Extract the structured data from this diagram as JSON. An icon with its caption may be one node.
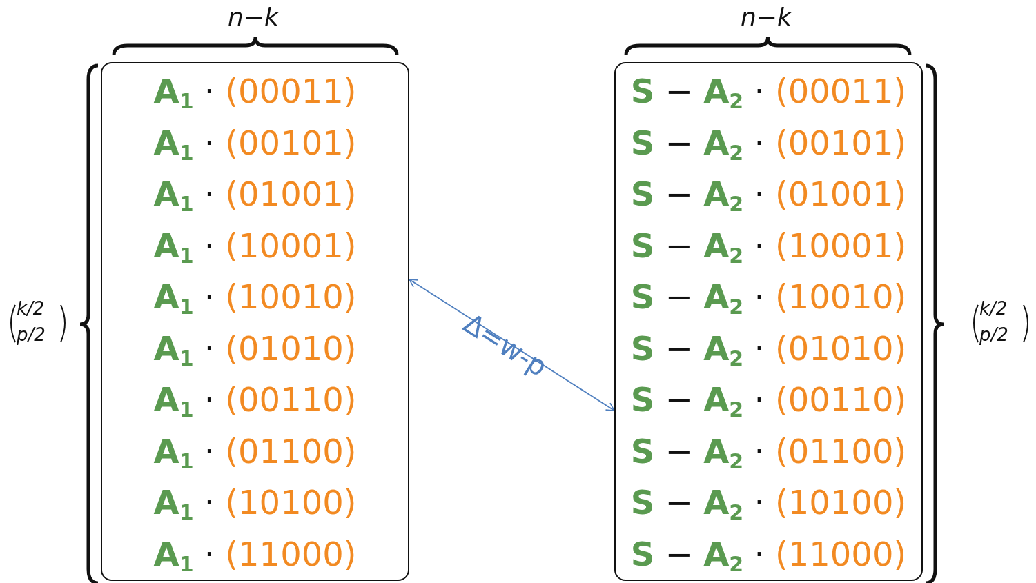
{
  "diagram": {
    "nodes": [
      {
        "text": [
          "A$_{1}$ · (00011)",
          "A$_{1}$ · (00101)",
          "A$_{1}$ · (01001)",
          "A$_{1}$ · (10001)",
          "A$_{1}$ · (10010)",
          "A$_{1}$ · (01010)",
          "A$_{1}$ · (00110)",
          "A$_{1}$ · (01100)",
          "A$_{1}$ · (10100)",
          "A$_{1}$ · (11000)"
        ]
      },
      {
        "text": [
          "S − A$_{2}$ · (00011)",
          "S − A$_{2}$ · (00101)",
          "S − A$_{2}$ · (01001)",
          "S − A$_{2}$ · (10001)",
          "S − A$_{2}$ · (10010)",
          "S − A$_{2}$ · (01010)",
          "S − A$_{2}$ · (00110)",
          "S − A$_{2}$ · (01100)",
          "S − A$_{2}$ · (10100)",
          "S − A$_{2}$ · (11000)"
        ]
      }
    ],
    "edges": [
      {
        "from": 0,
        "to": 1,
        "arrow": "both",
        "label": "Δ=w-p",
        "color": "#4f7fbf"
      }
    ],
    "labels": [
      "n−k",
      "n−k",
      "k/2",
      "p/2",
      "k/2",
      "p/2"
    ]
  }
}
